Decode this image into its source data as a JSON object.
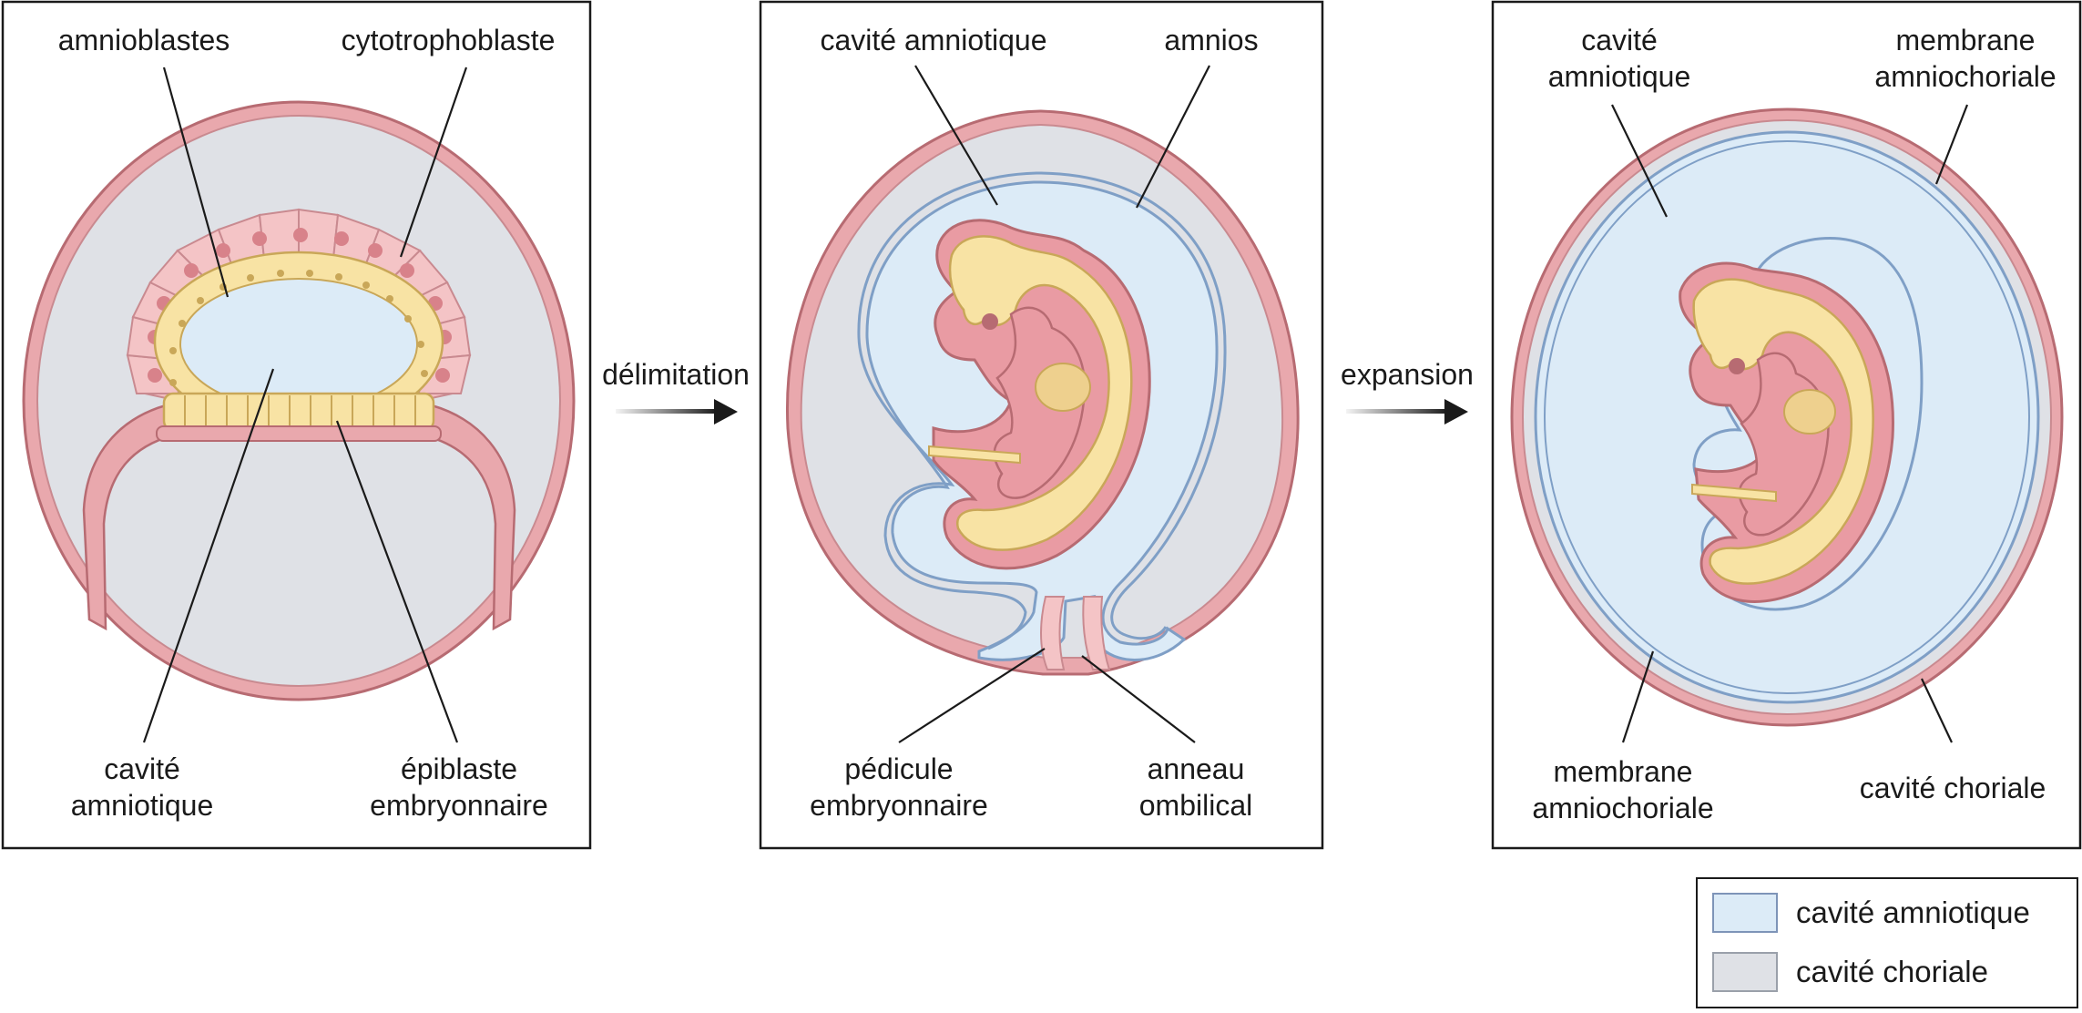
{
  "panel1": {
    "label_amnioblastes": "amnioblastes",
    "label_cytotrophoblaste": "cytotrophoblaste",
    "label_cavite_line1": "cavité",
    "label_cavite_line2": "amniotique",
    "label_epiblaste_line1": "épiblaste",
    "label_epiblaste_line2": "embryonnaire"
  },
  "arrow1": {
    "label": "délimitation"
  },
  "panel2": {
    "label_cavite": "cavité amniotique",
    "label_amnios": "amnios",
    "label_pedicule_line1": "pédicule",
    "label_pedicule_line2": "embryonnaire",
    "label_anneau_line1": "anneau",
    "label_anneau_line2": "ombilical"
  },
  "arrow2": {
    "label": "expansion"
  },
  "panel3": {
    "label_cavite_line1": "cavité",
    "label_cavite_line2": "amniotique",
    "label_membrane_top_line1": "membrane",
    "label_membrane_top_line2": "amniochoriale",
    "label_membrane_bottom_line1": "membrane",
    "label_membrane_bottom_line2": "amniochoriale",
    "label_choriale": "cavité choriale"
  },
  "legend": {
    "items": [
      {
        "label": "cavité amniotique",
        "color": "#dcebf7"
      },
      {
        "label": "cavité choriale",
        "color": "#dfe1e6"
      }
    ]
  },
  "colors": {
    "amniotic": "#dcebf7",
    "chorionic": "#dfe1e6",
    "membrane_pink": "#e8a6ab",
    "membrane_outline": "#b76b72",
    "yolk": "#f8e3a4",
    "embryo_pink": "#e99ba3",
    "amnion_blue": "#7f9fc6"
  }
}
